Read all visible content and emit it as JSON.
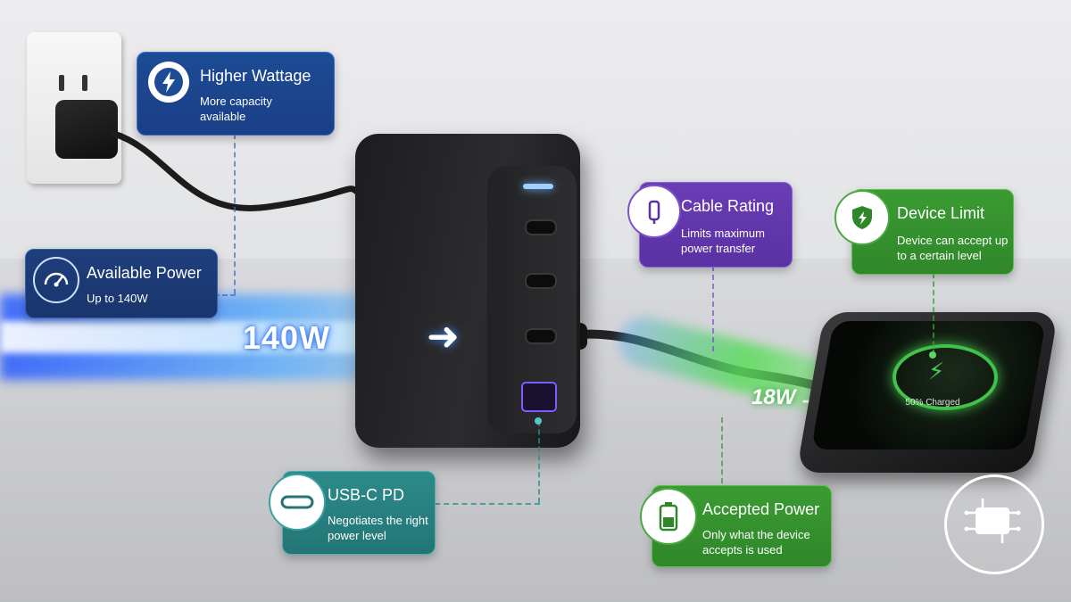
{
  "cards": {
    "higher_wattage": {
      "title": "Higher Wattage",
      "desc": "More capacity available",
      "icon": "lightning-icon"
    },
    "available_power": {
      "title": "Available Power",
      "desc": "Up to 140W",
      "icon": "gauge-icon"
    },
    "cable_rating": {
      "title": "Cable Rating",
      "desc": "Limits maximum power transfer",
      "icon": "cable-icon"
    },
    "device_limit": {
      "title": "Device Limit",
      "desc": "Device can accept up to a certain level",
      "icon": "shield-icon"
    },
    "usbc_pd": {
      "title": "USB-C PD",
      "desc": "Negotiates the right power level",
      "icon": "usb-c-port-icon"
    },
    "accepted_power": {
      "title": "Accepted Power",
      "desc": "Only what the device accepts is used",
      "icon": "battery-icon"
    }
  },
  "flow": {
    "input_watts": "140W",
    "output_watts": "18W"
  },
  "phone": {
    "status": "50% Charged"
  },
  "colors": {
    "blue": "#1d4b95",
    "purple": "#6a3db5",
    "green": "#3b9b32",
    "teal": "#2d8a8a",
    "beam_blue": "#2d7bff",
    "beam_green": "#42c24a"
  },
  "logo": {
    "icon": "chip-logo-icon"
  }
}
